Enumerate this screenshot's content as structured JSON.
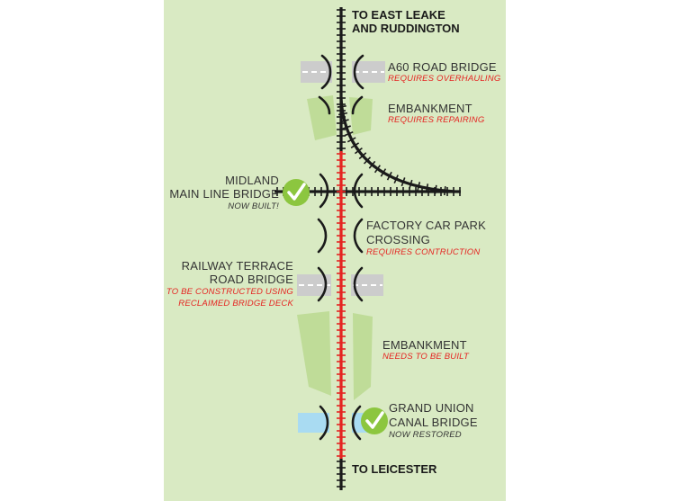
{
  "colors": {
    "background": "#d9eac3",
    "track_existing": "#1a1a1a",
    "track_new": "#e52421",
    "status_red": "#e52421",
    "check_green": "#8cc63f",
    "road_grey": "#cccccc",
    "canal_blue": "#a9dbf2",
    "embankment_green": "#bfdc98"
  },
  "destinations": {
    "north_line1": "TO EAST LEAKE",
    "north_line2": "AND RUDDINGTON",
    "south": "TO LEICESTER"
  },
  "features": [
    {
      "id": "a60",
      "name_lines": [
        "A60 ROAD BRIDGE"
      ],
      "status_lines": [
        "REQUIRES OVERHAULING"
      ],
      "status_color": "red",
      "icon": "road-icon"
    },
    {
      "id": "emb1",
      "name_lines": [
        "EMBANKMENT"
      ],
      "status_lines": [
        "REQUIRES REPAIRING"
      ],
      "status_color": "red",
      "icon": "embankment-icon"
    },
    {
      "id": "midland",
      "name_lines": [
        "MIDLAND",
        "MAIN LINE BRIDGE"
      ],
      "status_lines": [
        "NOW BUILT!"
      ],
      "status_color": "dark",
      "icon": "check-icon"
    },
    {
      "id": "factory",
      "name_lines": [
        "FACTORY CAR PARK",
        "CROSSING"
      ],
      "status_lines": [
        "REQUIRES CONTRUCTION"
      ],
      "status_color": "red",
      "icon": "crossing-icon"
    },
    {
      "id": "railway",
      "name_lines": [
        "RAILWAY TERRACE",
        "ROAD BRIDGE"
      ],
      "status_lines": [
        "TO BE CONSTRUCTED USING",
        "RECLAIMED BRIDGE DECK"
      ],
      "status_color": "red",
      "icon": "road-icon"
    },
    {
      "id": "emb2",
      "name_lines": [
        "EMBANKMENT"
      ],
      "status_lines": [
        "NEEDS TO BE BUILT"
      ],
      "status_color": "red",
      "icon": "embankment-icon"
    },
    {
      "id": "canal",
      "name_lines": [
        "GRAND UNION",
        "CANAL BRIDGE"
      ],
      "status_lines": [
        "NOW RESTORED"
      ],
      "status_color": "dark",
      "icon": "check-icon"
    }
  ]
}
